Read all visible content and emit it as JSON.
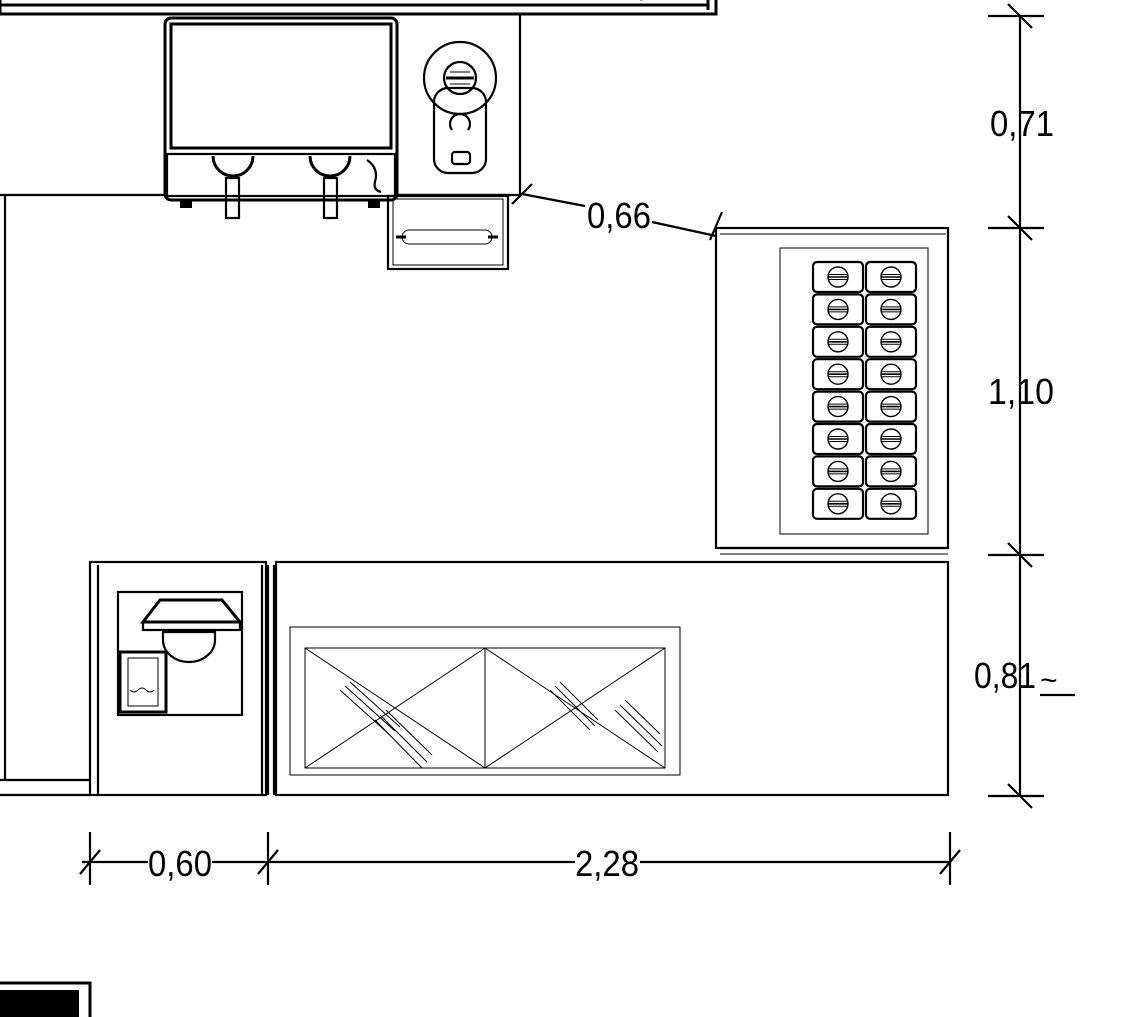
{
  "dimensions": {
    "right_top": "0,71",
    "right_middle": "1,10",
    "right_bottom": "0,81",
    "right_bottom_suffix": "~",
    "diagonal": "0,66",
    "bottom_left": "0,60",
    "bottom_right": "2,28"
  },
  "burner_rows": 8,
  "burner_cols": 2,
  "colors": {
    "line": "#000000",
    "background": "#ffffff",
    "fill_dark": "#000000"
  }
}
